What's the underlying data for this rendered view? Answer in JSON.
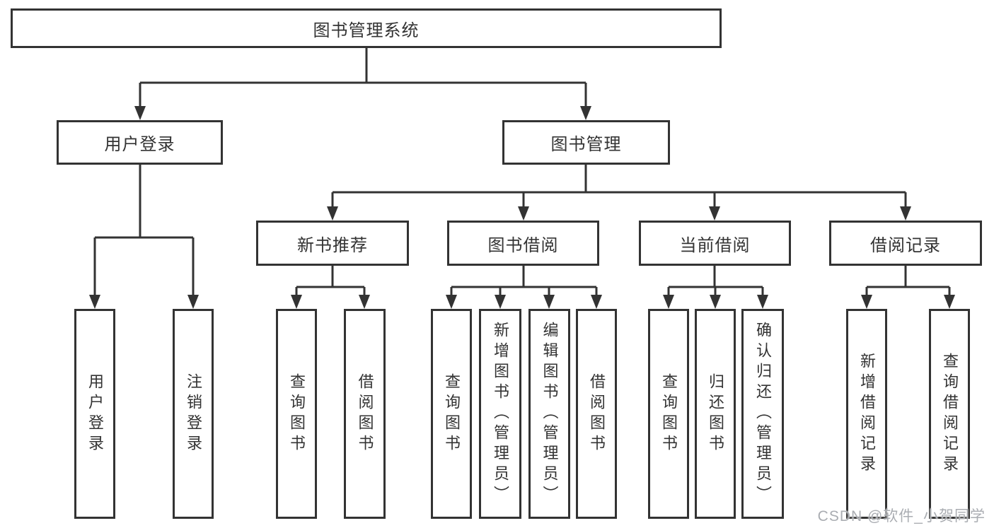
{
  "diagram_type": "hierarchy-tree",
  "colors": {
    "background": "#ffffff",
    "line": "#333333",
    "box_border": "#333333",
    "text": "#333333",
    "watermark": "#aaadb2"
  },
  "tree": {
    "label": "图书管理系统",
    "children": [
      {
        "label": "用户登录",
        "children": [
          {
            "label": "用户登录"
          },
          {
            "label": "注销登录"
          }
        ]
      },
      {
        "label": "图书管理",
        "children": [
          {
            "label": "新书推荐",
            "children": [
              {
                "label": "查询图书"
              },
              {
                "label": "借阅图书"
              }
            ]
          },
          {
            "label": "图书借阅",
            "children": [
              {
                "label": "查询图书"
              },
              {
                "label": "新增图书（管理员）"
              },
              {
                "label": "编辑图书（管理员）"
              },
              {
                "label": "借阅图书"
              }
            ]
          },
          {
            "label": "当前借阅",
            "children": [
              {
                "label": "查询图书"
              },
              {
                "label": "归还图书"
              },
              {
                "label": "确认归还（管理员）"
              }
            ]
          },
          {
            "label": "借阅记录",
            "children": [
              {
                "label": "新增借阅记录"
              },
              {
                "label": "查询借阅记录"
              }
            ]
          }
        ]
      }
    ]
  },
  "watermark": "CSDN @软件_小贺同学"
}
